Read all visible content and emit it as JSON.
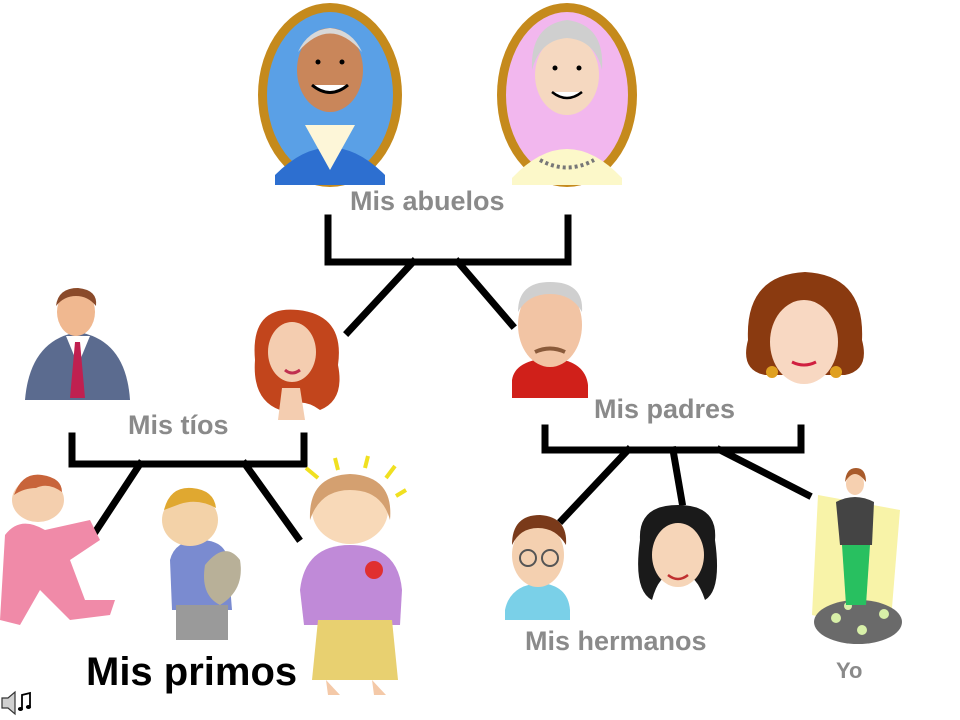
{
  "labels": {
    "grandparents": "Mis abuelos",
    "uncles": "Mis tíos",
    "parents": "Mis padres",
    "siblings": "Mis hermanos",
    "cousins": "Mis primos",
    "me": "Yo"
  },
  "colors": {
    "label": "#8a8a8a",
    "line": "#000000",
    "frame": "#c58a1c"
  },
  "icons": [
    "speaker-icon",
    "music-note-icon"
  ]
}
